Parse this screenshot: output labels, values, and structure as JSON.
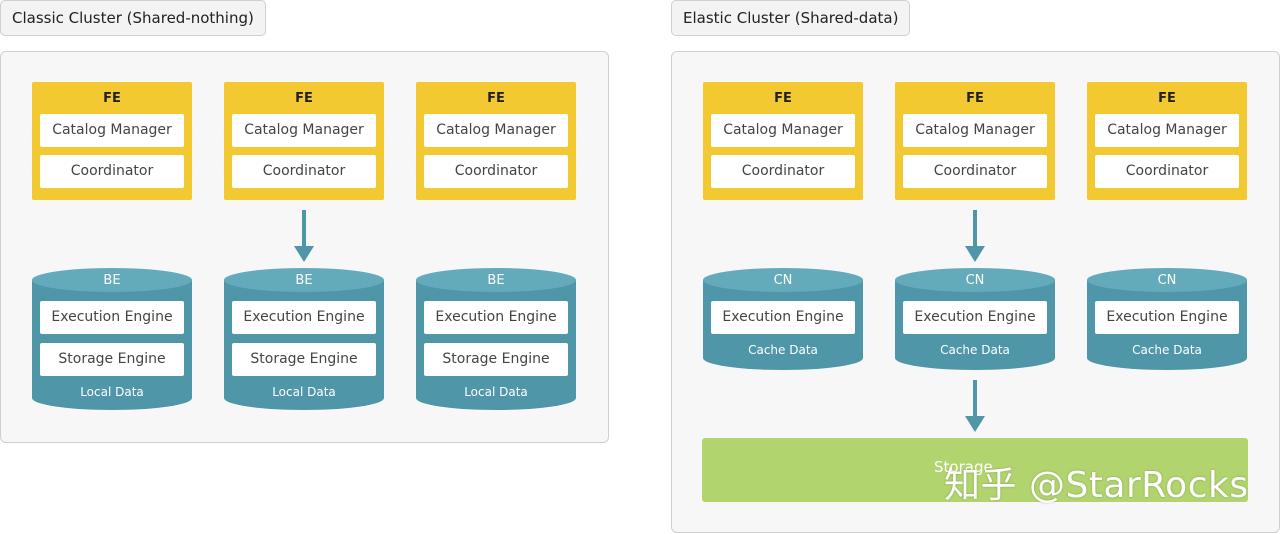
{
  "colors": {
    "fe": "#f2c930",
    "be": "#4f96a8",
    "storage": "#b1d46e",
    "arrow": "#4f96a8"
  },
  "classic": {
    "title": "Classic Cluster (Shared-nothing)",
    "fe_nodes": [
      {
        "label": "FE",
        "row1": "Catalog Manager",
        "row2": "Coordinator"
      },
      {
        "label": "FE",
        "row1": "Catalog Manager",
        "row2": "Coordinator"
      },
      {
        "label": "FE",
        "row1": "Catalog Manager",
        "row2": "Coordinator"
      }
    ],
    "be_nodes": [
      {
        "label": "BE",
        "row1": "Execution Engine",
        "row2": "Storage Engine",
        "footer": "Local Data"
      },
      {
        "label": "BE",
        "row1": "Execution Engine",
        "row2": "Storage Engine",
        "footer": "Local Data"
      },
      {
        "label": "BE",
        "row1": "Execution Engine",
        "row2": "Storage Engine",
        "footer": "Local Data"
      }
    ]
  },
  "elastic": {
    "title": "Elastic Cluster (Shared-data)",
    "fe_nodes": [
      {
        "label": "FE",
        "row1": "Catalog Manager",
        "row2": "Coordinator"
      },
      {
        "label": "FE",
        "row1": "Catalog Manager",
        "row2": "Coordinator"
      },
      {
        "label": "FE",
        "row1": "Catalog Manager",
        "row2": "Coordinator"
      }
    ],
    "cn_nodes": [
      {
        "label": "CN",
        "row1": "Execution Engine",
        "footer": "Cache Data"
      },
      {
        "label": "CN",
        "row1": "Execution Engine",
        "footer": "Cache Data"
      },
      {
        "label": "CN",
        "row1": "Execution Engine",
        "footer": "Cache Data"
      }
    ],
    "storage_label": "Storage"
  },
  "watermark": "知乎 @StarRocks"
}
